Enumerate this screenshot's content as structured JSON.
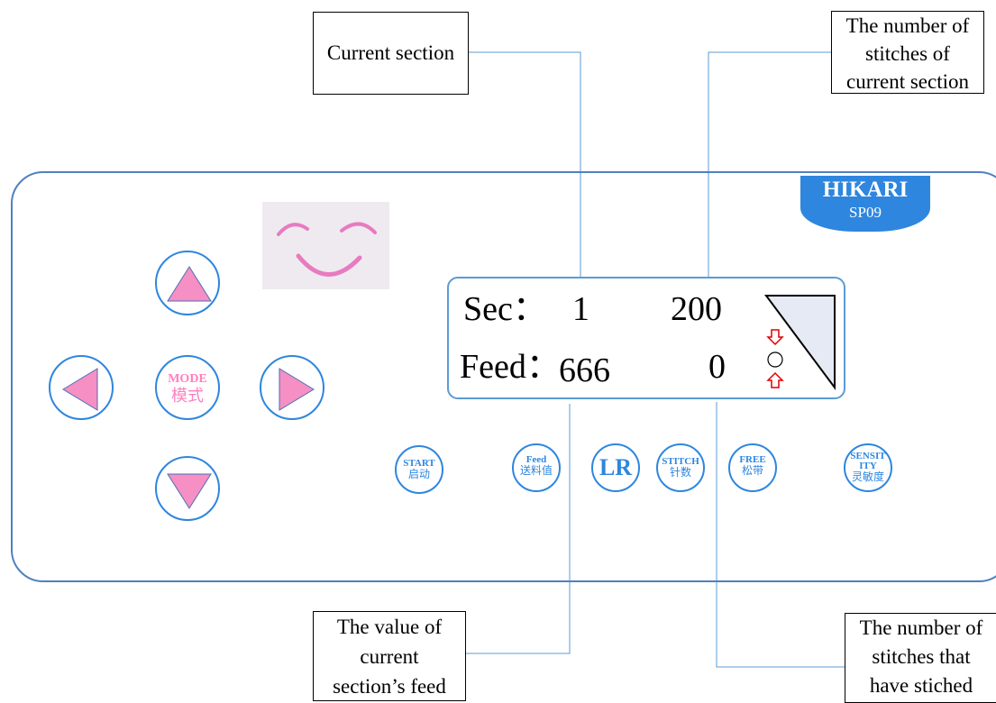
{
  "callouts": {
    "current_section": "Current section",
    "stitches_current_section": [
      "The number of",
      "stitches of",
      "current section"
    ],
    "feed_value": [
      "The value of",
      "current",
      "section’s feed"
    ],
    "stitches_done": [
      "The number of",
      "stitches that",
      "have stiched"
    ]
  },
  "brand": {
    "name": "HIKARI",
    "model": "SP09"
  },
  "buttons": {
    "mode_en": "MODE",
    "mode_zh": "模式",
    "start_en": "START",
    "start_zh": "启动",
    "feed_en": "Feed",
    "feed_zh": "送料值",
    "lr": "LR",
    "stitch_en": "STITCH",
    "stitch_zh": "针数",
    "free_en": "FREE",
    "free_zh": "松带",
    "sens_en_1": "SENSIT",
    "sens_en_2": "ITY",
    "sens_zh": "灵敏度"
  },
  "lcd": {
    "sec_label": "Sec：",
    "sec_value": "1",
    "sec_stitches": "200",
    "feed_label": "Feed：",
    "feed_value": "666",
    "stitched": "0"
  },
  "colors": {
    "panel_border": "#4f81bd",
    "button_blue": "#2e86de",
    "arrow_pink": "#f58fc4",
    "smile_pink": "#e87bc0",
    "indicator_red": "#e00000"
  }
}
